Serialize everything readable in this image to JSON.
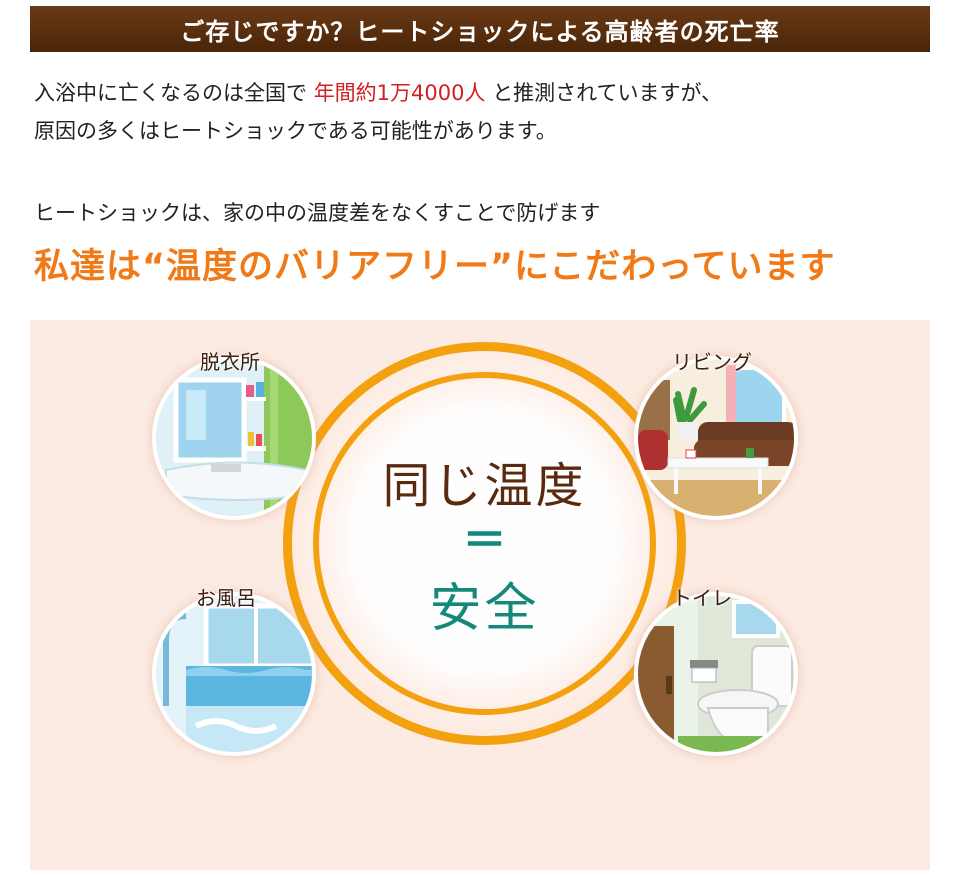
{
  "banner": {
    "title": "ご存じですか？ヒートショックによる高齢者の死亡率"
  },
  "intro": {
    "line1_pre": "入浴中に亡くなるのは全国で",
    "line1_highlight": "年間約1万4000人",
    "line1_post": "と推測されていますが、",
    "line2": "原因の多くはヒートショックである可能性があります。"
  },
  "prevention": "ヒートショックは、家の中の温度差をなくすことで防げます",
  "slogan": "私達は“温度のバリアフリー”にこだわっています",
  "diagram": {
    "line_same": "同じ温度",
    "line_equals": "＝",
    "line_safe": "安全",
    "rooms": {
      "dressing": "脱衣所",
      "living": "リビング",
      "bath": "お風呂",
      "toilet": "トイレ"
    }
  },
  "colors": {
    "banner": "#5a2f10",
    "highlight": "#d22020",
    "slogan": "#f07a18",
    "ring": "#f4a10f",
    "safe_text": "#14887a",
    "panel": "#fcebe2"
  },
  "icons": [
    "dressing-room-illustration",
    "living-room-illustration",
    "bathroom-illustration",
    "toilet-illustration"
  ]
}
